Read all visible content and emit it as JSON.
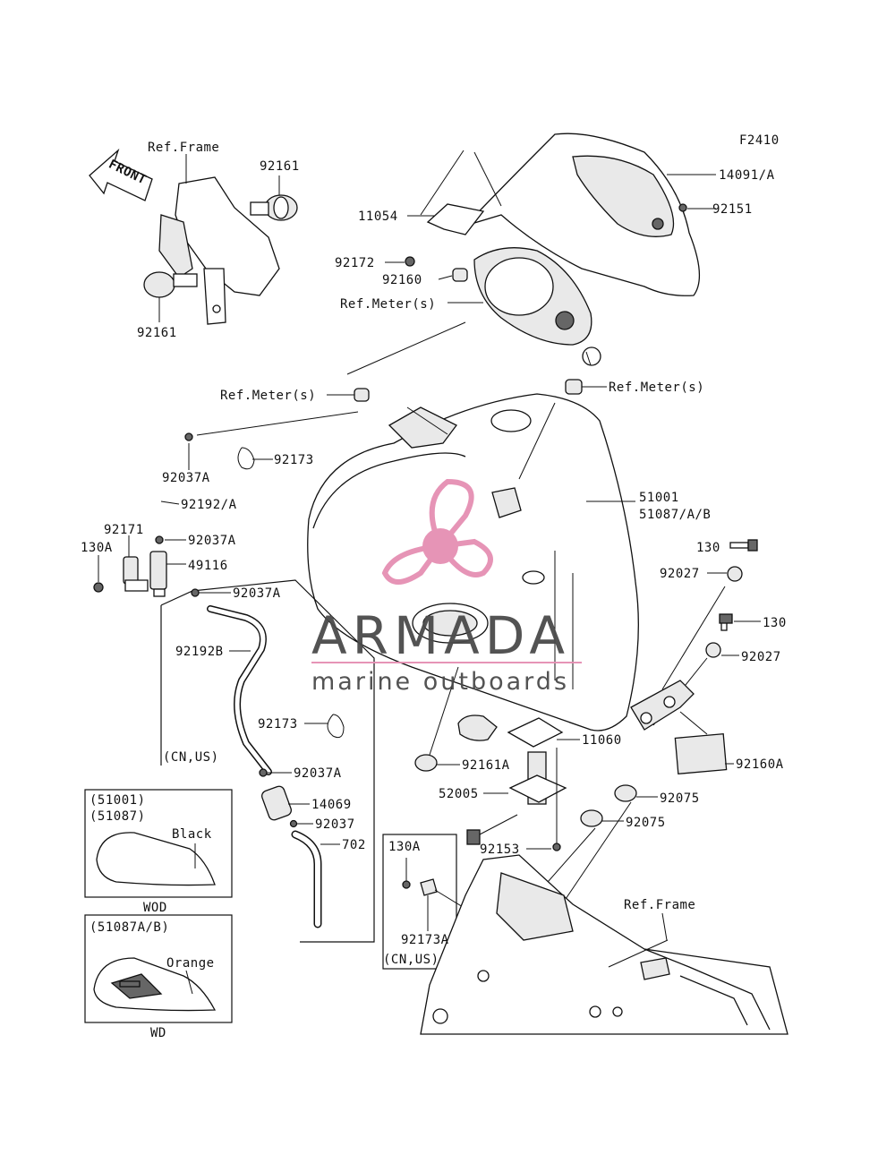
{
  "figure_code": "F2410",
  "front_arrow_text": "FRONT",
  "callouts": {
    "ref_frame_top": "Ref.Frame",
    "p92161_top": "92161",
    "p92161_bottom": "92161",
    "p14091": "14091/A",
    "p11054": "11054",
    "p92151": "92151",
    "p92172": "92172",
    "p92160": "92160",
    "ref_meter_1": "Ref.Meter(s)",
    "ref_meter_2": "Ref.Meter(s)",
    "ref_meter_3": "Ref.Meter(s)",
    "p92037A_1": "92037A",
    "p92173_1": "92173",
    "p92192A": "92192/A",
    "p92171": "92171",
    "p130A_left": "130A",
    "p92037A_2": "92037A",
    "p49116": "49116",
    "p92037A_3": "92037A",
    "p92192B": "92192B",
    "p92173_2": "92173",
    "cn_us_1": "(CN,US)",
    "p92037A_4": "92037A",
    "p14069": "14069",
    "p92037": "92037",
    "p702": "702",
    "p51001": "51001",
    "p51087": "51087/A/B",
    "p130_1": "130",
    "p92027_1": "92027",
    "p130_2": "130",
    "p92027_2": "92027",
    "p11060": "11060",
    "p92161A": "92161A",
    "p92160A": "92160A",
    "p52005": "52005",
    "p92075_1": "92075",
    "p92075_2": "92075",
    "p92153": "92153",
    "p130A_box": "130A",
    "p92173A": "92173A",
    "cn_us_2": "(CN,US)",
    "ref_frame_bottom": "Ref.Frame"
  },
  "variants": [
    {
      "codes": [
        "(51001)",
        "(51087)"
      ],
      "color": "Black",
      "region": "WOD"
    },
    {
      "codes": [
        "(51087A/B)"
      ],
      "color": "Orange",
      "region": "WD"
    }
  ],
  "watermark": {
    "brand": "ARMADA",
    "tagline": "marine outboards",
    "accent_color": "#e58fb3",
    "text_color": "#4a4a4a"
  }
}
